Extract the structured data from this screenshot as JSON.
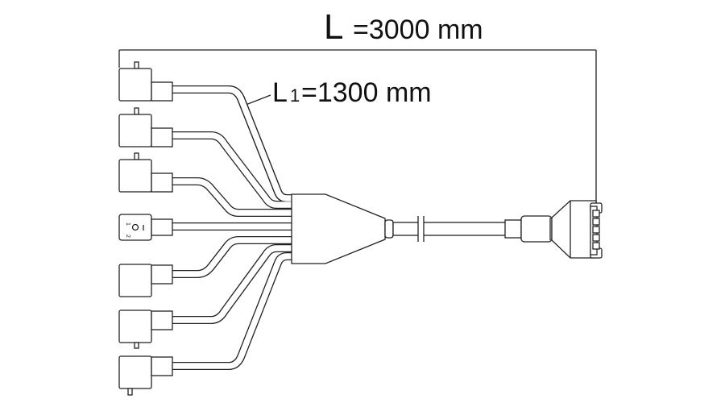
{
  "title": "Cable harness drawing",
  "dimensions": {
    "total": {
      "symbol": "L",
      "value": "=3000 mm"
    },
    "branch": {
      "symbol": "L",
      "subscript": "1",
      "value": "=1300 mm"
    }
  },
  "connector_marks": {
    "pin_a": "1",
    "pin_b": "2"
  },
  "colors": {
    "line": "#222222",
    "background": "#ffffff"
  }
}
